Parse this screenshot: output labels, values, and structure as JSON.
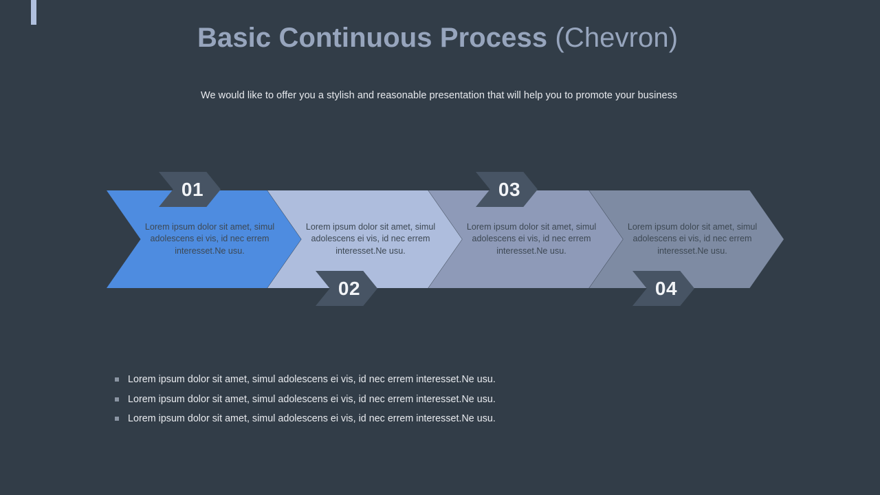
{
  "slide": {
    "background_color": "#323d48",
    "accent_bar_color": "#b0c0de",
    "title_main": "Basic Continuous Process ",
    "title_suffix": "(Chevron)",
    "title_color": "#97a5bd",
    "subtitle": "We would like to offer you a stylish and reasonable presentation that will help you to promote your business",
    "subtitle_color": "#e8eaee"
  },
  "chevrons": [
    {
      "number": "01",
      "color": "#4e8ce0",
      "text": "Lorem ipsum dolor sit amet, simul adolescens ei vis, id nec errem interesset.Ne usu.",
      "badge_position": "top"
    },
    {
      "number": "02",
      "color": "#aebddd",
      "text": "Lorem ipsum dolor sit amet, simul adolescens ei vis, id nec errem interesset.Ne usu.",
      "badge_position": "bottom"
    },
    {
      "number": "03",
      "color": "#8e9ab8",
      "text": "Lorem ipsum dolor sit amet, simul adolescens ei vis, id nec errem interesset.Ne usu.",
      "badge_position": "top"
    },
    {
      "number": "04",
      "color": "#7e8ba3",
      "text": "Lorem ipsum dolor sit amet, simul adolescens ei vis, id nec errem interesset.Ne usu.",
      "badge_position": "bottom"
    }
  ],
  "badge": {
    "fill_color": "#475464",
    "label_color": "#f2f4f7"
  },
  "bullets": {
    "marker_color": "#8b95a3",
    "items": [
      "Lorem ipsum dolor sit amet, simul adolescens ei vis,  id nec errem interesset.Ne usu.",
      "Lorem ipsum dolor sit amet, simul adolescens ei vis,  id nec errem interesset.Ne usu.",
      "Lorem ipsum dolor sit amet, simul adolescens ei vis,  id nec errem interesset.Ne usu."
    ]
  }
}
